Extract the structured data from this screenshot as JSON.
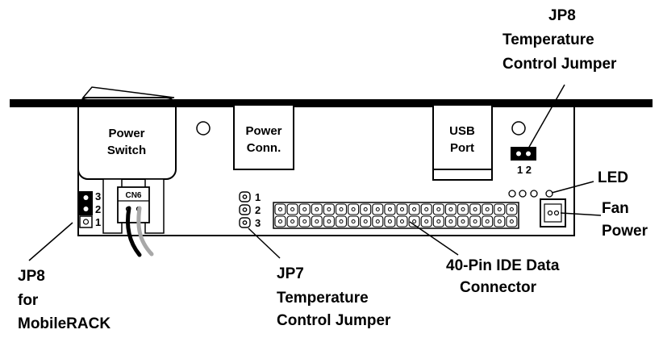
{
  "labels": {
    "jp8_top": [
      "JP8",
      "Temperature",
      "Control Jumper"
    ],
    "power_switch": [
      "Power",
      "Switch"
    ],
    "power_conn": [
      "Power",
      "Conn."
    ],
    "usb_port": [
      "USB",
      "Port"
    ],
    "jp8_pins_top": "1 2",
    "led": "LED",
    "fan_power": [
      "Fan",
      "Power"
    ],
    "cn6": "CN6",
    "jp8_left_pins": [
      "3",
      "2",
      "1"
    ],
    "jp7_pins": [
      "1",
      "2",
      "3"
    ],
    "jp8_bottom": [
      "JP8",
      "for",
      "MobileRACK"
    ],
    "jp7": [
      "JP7",
      "Temperature",
      "Control Jumper"
    ],
    "ide_connector": [
      "40-Pin IDE Data",
      "Connector"
    ]
  },
  "colors": {
    "ink": "#000000",
    "background": "#ffffff",
    "cable_light": "#a8a8a8"
  }
}
